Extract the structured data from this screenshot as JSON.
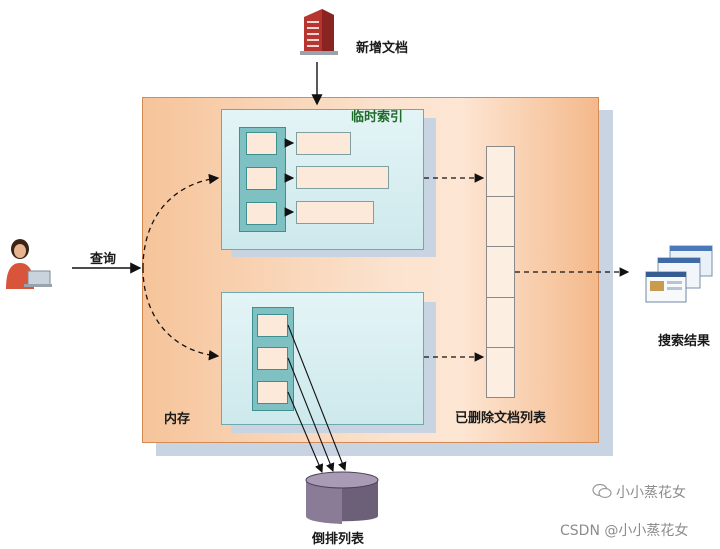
{
  "labels": {
    "new_doc": "新增文档",
    "temp_index": "临时索引",
    "query": "查询",
    "memory": "内存",
    "deleted_list": "已删除文档列表",
    "search_results": "搜索结果",
    "inverted_list": "倒排列表"
  },
  "watermark": {
    "account": "小小蒸花女",
    "csdn": "CSDN @小小蒸花女"
  },
  "icons": {
    "new_doc": "building-icon",
    "user": "user-laptop-icon",
    "results": "screens-icon",
    "storage": "database-cylinder-icon",
    "wechat": "wechat-icon"
  },
  "colors": {
    "memory_fill": "#f6c49a",
    "panel_fill": "#d7eef0",
    "key_column": "#7fc1c2",
    "cell_fill": "#fde9d9"
  }
}
